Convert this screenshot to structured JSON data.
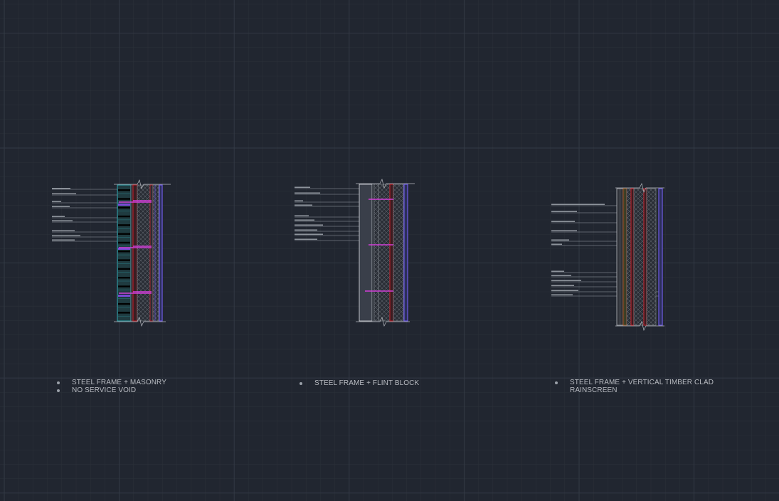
{
  "drawing": {
    "background": "#212630",
    "grid_minor_color": "#2a3039",
    "grid_major_color": "#343b46",
    "colors": {
      "cyan": "#35c7cf",
      "magenta": "#d23fd8",
      "red": "#c8202a",
      "blue": "#6f5be6",
      "white": "#e2e4e8",
      "gray": "#8a8f97",
      "hatch": "#6f747c",
      "orange": "#c0672a",
      "green": "#4a8a3a"
    }
  },
  "details": [
    {
      "id": "masonry",
      "captions": [
        {
          "bullet": true,
          "text": "STEEL FRAME + MASONRY"
        },
        {
          "bullet": true,
          "text": "NO SERVICE VOID"
        }
      ]
    },
    {
      "id": "flint",
      "captions": [
        {
          "bullet": true,
          "text": "STEEL FRAME + FLINT BLOCK"
        }
      ]
    },
    {
      "id": "timber",
      "captions": [
        {
          "bullet": true,
          "text": "STEEL FRAME + VERTICAL TIMBER CLAD"
        },
        {
          "bullet": false,
          "text": "RAINSCREEN"
        }
      ]
    }
  ]
}
